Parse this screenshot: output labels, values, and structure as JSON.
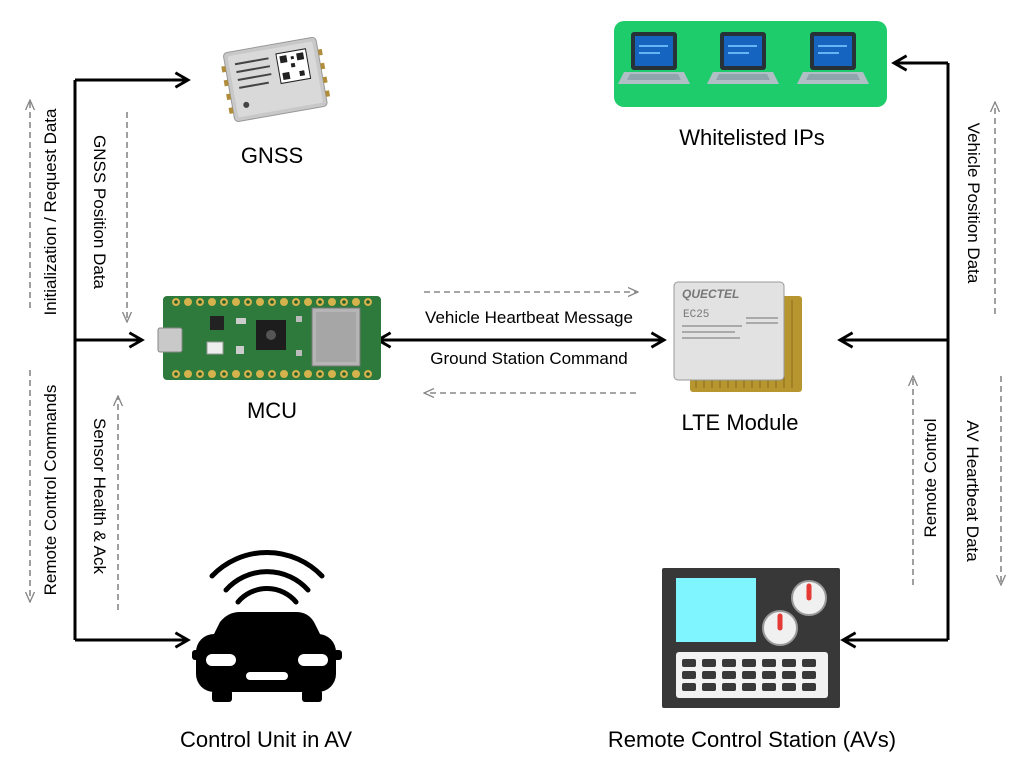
{
  "nodes": {
    "gnss": "GNSS",
    "mcu": "MCU",
    "lte": "LTE Module",
    "whitelist": "Whitelisted IPs",
    "control_unit": "Control Unit in AV",
    "remote_station": "Remote Control Station (AVs)"
  },
  "chip_text": {
    "quectel": "QUECTEL",
    "model": "EC25"
  },
  "edges": {
    "init_request": "Initialization / Request Data",
    "gnss_position": "GNSS Position Data",
    "remote_commands": "Remote Control Commands",
    "sensor_health": "Sensor Health & Ack",
    "vehicle_heartbeat": "Vehicle Heartbeat Message",
    "ground_command": "Ground Station Command",
    "vehicle_position": "Vehicle Position Data",
    "remote_control": "Remote Control",
    "av_heartbeat": "AV Heartbeat Data"
  },
  "colors": {
    "whitelist_bg": "#1fcc6b",
    "laptop_screen": "#1565c0",
    "station_body": "#383838",
    "station_screen": "#7ff6ff",
    "knob_indicator": "#e53935",
    "pcb_green": "#2e7a3c",
    "pin_gold": "#d4b24c"
  },
  "icons": {
    "gnss": "gnss-module-icon",
    "mcu": "raspberry-pi-pico-icon",
    "lte": "lte-module-icon",
    "whitelist": "laptop-icon",
    "control_unit": "connected-car-icon",
    "remote_station": "control-panel-icon"
  }
}
